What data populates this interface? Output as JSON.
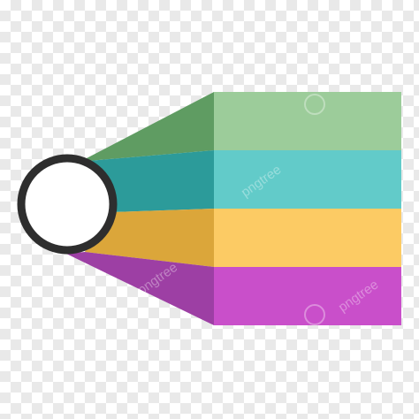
{
  "background": {
    "type": "transparency-checkerboard",
    "colors": [
      "#ffffff",
      "#e9e9e9"
    ]
  },
  "diagram": {
    "layers": [
      {
        "name": "green",
        "front": "#9ccc9a",
        "side": "#5f9c62"
      },
      {
        "name": "teal",
        "front": "#62cbc9",
        "side": "#2c9b9a"
      },
      {
        "name": "yellow",
        "front": "#fccb64",
        "side": "#dba63a"
      },
      {
        "name": "purple",
        "front": "#c94fca",
        "side": "#9d3fa4"
      }
    ],
    "hub": {
      "fill": "#ffffff",
      "stroke": "#2e2e2e"
    }
  },
  "watermark": {
    "text": "pngtree"
  }
}
